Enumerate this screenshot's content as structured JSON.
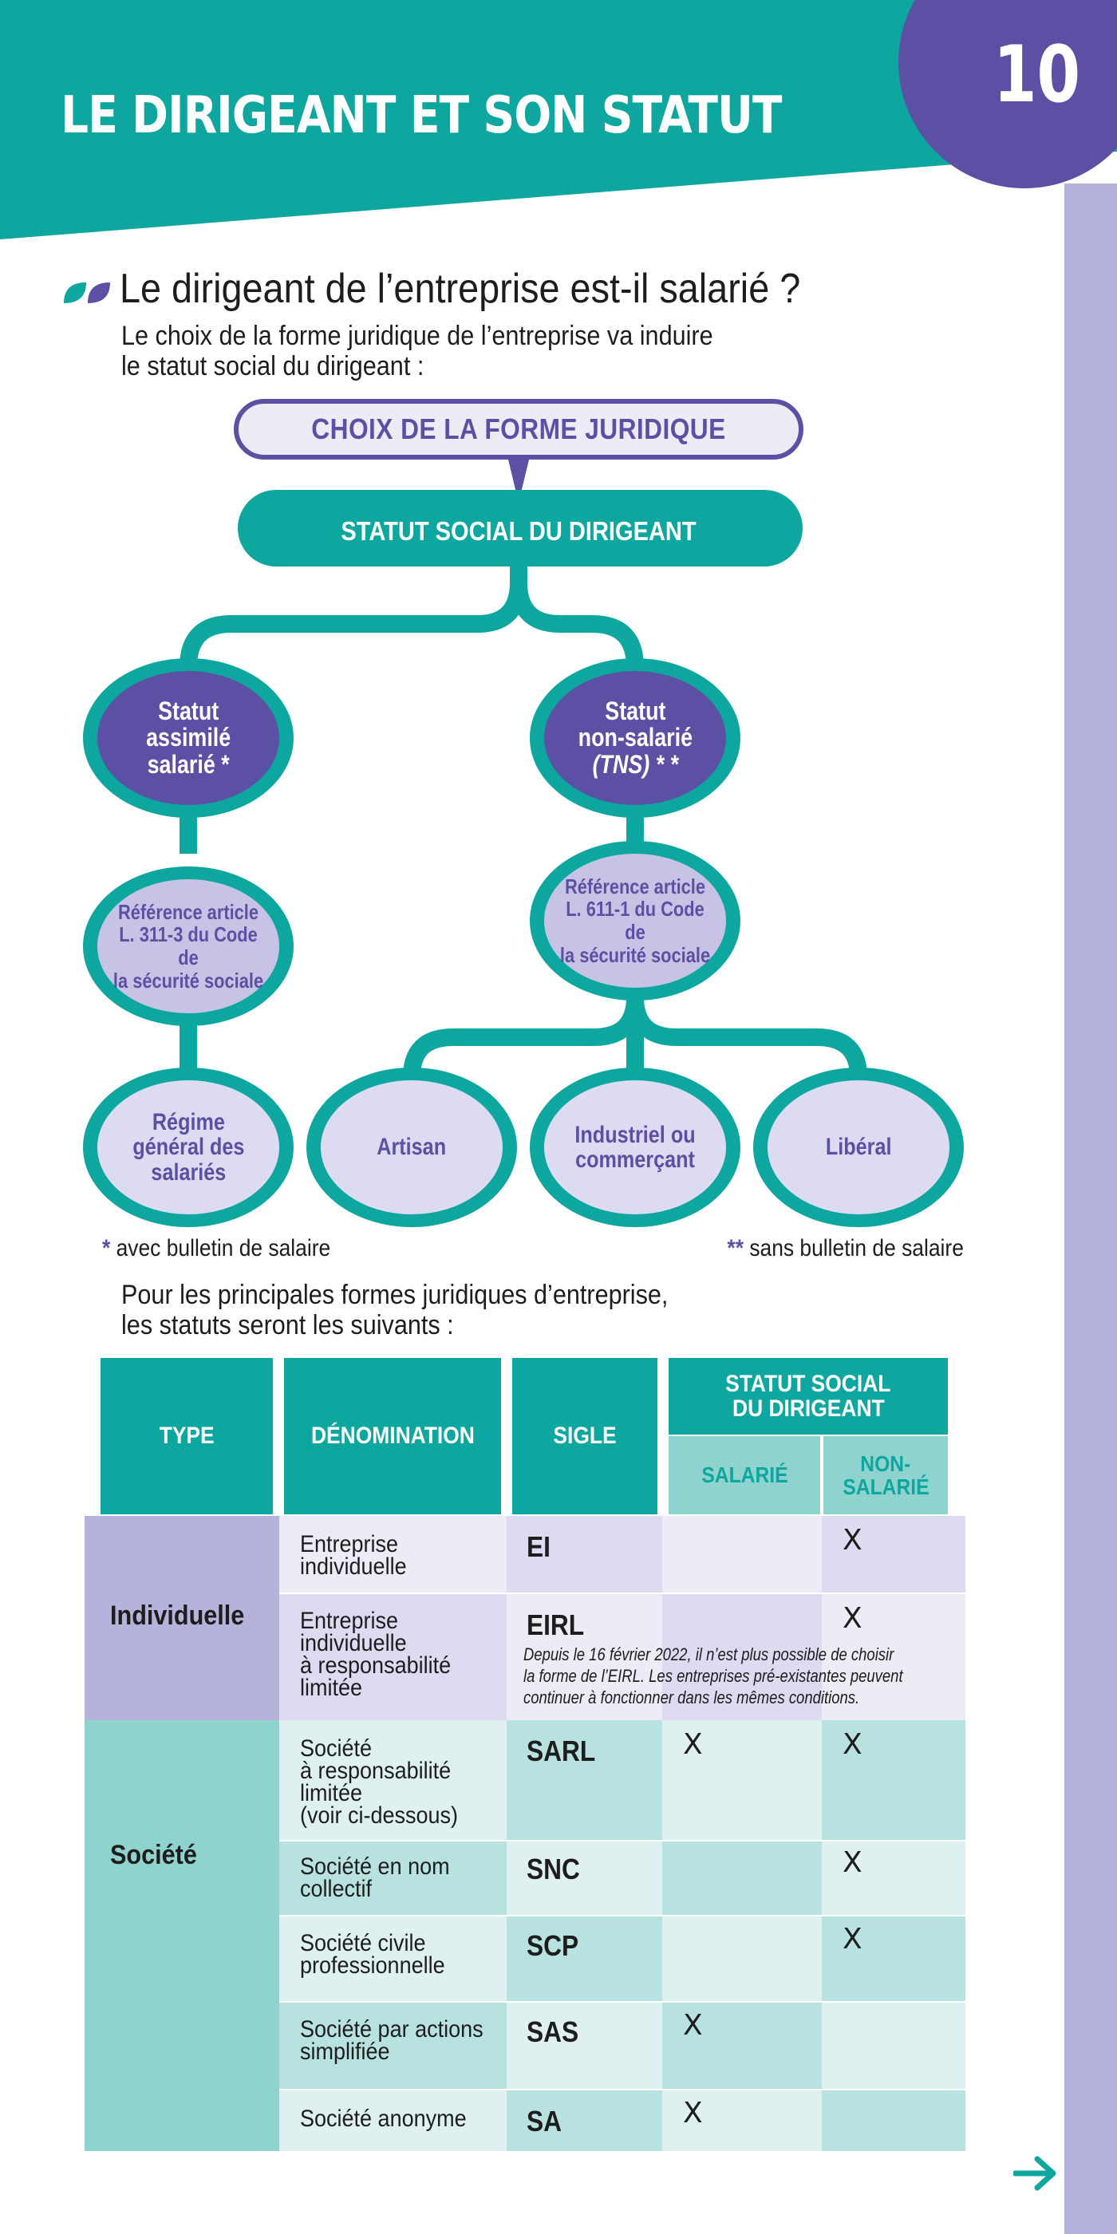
{
  "header": {
    "title": "LE DIRIGEANT ET SON STATUT",
    "page_number": "10"
  },
  "colors": {
    "teal": "#0ea7a0",
    "purple": "#5b50a4",
    "lavender": "#b5b2db",
    "light_lavender": "#dcdbf1"
  },
  "section": {
    "title": "Le dirigeant de l’entreprise est-il salarié ?",
    "intro_lines": [
      "Le choix de la forme juridique de l’entreprise va induire",
      "le statut social du dirigeant :"
    ]
  },
  "diagram": {
    "choix": "CHOIX DE LA FORME JURIDIQUE",
    "statut_social": "STATUT SOCIAL DU DIRIGEANT",
    "assimile": [
      "Statut",
      "assimilé",
      "salarié *"
    ],
    "non_salarie": [
      "Statut",
      "non-salarié",
      "(TNS) * *"
    ],
    "ref_left": [
      "Référence article",
      "L. 311-3 du Code de",
      "la sécurité sociale"
    ],
    "ref_right": [
      "Référence article",
      "L. 611-1 du Code de",
      "la sécurité sociale"
    ],
    "regime": [
      "Régime",
      "général des",
      "salariés"
    ],
    "artisan": "Artisan",
    "industriel": [
      "Industriel ou",
      "commerçant"
    ],
    "liberal": "Libéral"
  },
  "footnotes": {
    "left_star": "*",
    "left_text": " avec bulletin de salaire",
    "right_star": "**",
    "right_text": " sans bulletin de salaire"
  },
  "table_intro": [
    "Pour les principales formes juridiques d’entreprise,",
    "les statuts seront les suivants :"
  ],
  "table": {
    "headers": {
      "type": "TYPE",
      "denomination": "DÉNOMINATION",
      "sigle": "SIGLE",
      "statut": [
        "STATUT SOCIAL",
        "DU DIRIGEANT"
      ],
      "salarie": "SALARIÉ",
      "non_salarie": [
        "NON-",
        "SALARIÉ"
      ]
    },
    "groups": {
      "individuelle": "Individuelle",
      "societe": "Société"
    },
    "mark": "X",
    "rows": [
      {
        "denomination": [
          "Entreprise",
          "individuelle"
        ],
        "sigle": "EI"
      },
      {
        "denomination": [
          "Entreprise",
          "individuelle",
          "à responsabilité",
          "limitée"
        ],
        "sigle": "EIRL"
      },
      {
        "denomination": [
          "Société",
          "à responsabilité",
          "limitée",
          "(voir ci-dessous)"
        ],
        "sigle": "SARL"
      },
      {
        "denomination": [
          "Société en nom",
          "collectif"
        ],
        "sigle": "SNC"
      },
      {
        "denomination": [
          "Société civile",
          "professionnelle"
        ],
        "sigle": "SCP"
      },
      {
        "denomination": [
          "Société par actions",
          "simplifiée"
        ],
        "sigle": "SAS"
      },
      {
        "denomination": [
          "Société anonyme"
        ],
        "sigle": "SA"
      }
    ],
    "eirl_note": [
      "Depuis le 16 février 2022, il n’est plus possible de choisir",
      "la forme de l’EIRL. Les entreprises pré-existantes peuvent",
      "continuer à fonctionner dans les mêmes conditions."
    ]
  }
}
